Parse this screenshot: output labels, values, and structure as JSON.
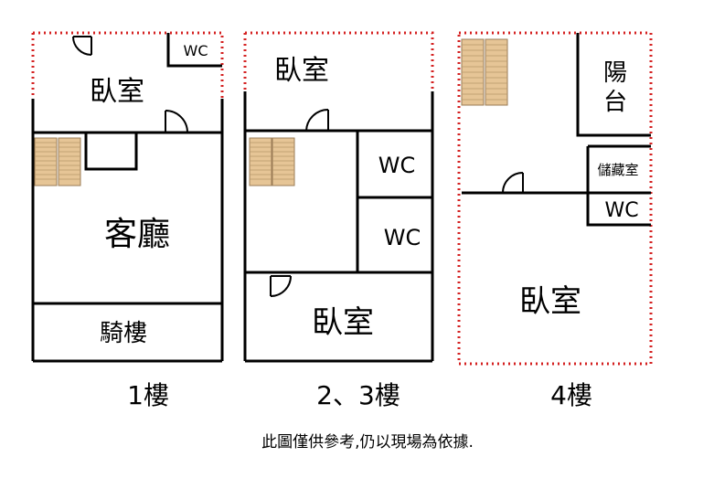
{
  "floor1": {
    "wc": "WC",
    "bedroom": "臥室",
    "living_room": "客廳",
    "arcade": "騎樓",
    "caption": "1樓"
  },
  "floor23": {
    "bedroom_top": "臥室",
    "wc_upper": "WC",
    "wc_lower": "WC",
    "bedroom_bottom": "臥室",
    "caption": "2、3樓"
  },
  "floor4": {
    "balcony_line1": "陽",
    "balcony_line2": "台",
    "storage": "儲藏室",
    "wc": "WC",
    "bedroom": "臥室",
    "caption": "4樓"
  },
  "disclaimer": "此圖僅供參考,仍以現場為依據.",
  "colors": {
    "wall": "#000000",
    "boundary_dotted": "#d42020",
    "stairs": "#e6c596"
  }
}
